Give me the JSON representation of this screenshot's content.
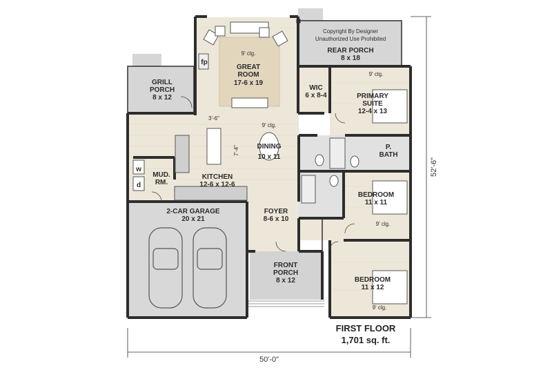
{
  "colors": {
    "wall": "#2d2d2d",
    "wood_floor": "#ede7d9",
    "tile_floor": "#dcdcdc",
    "porch": "#d3d3d3",
    "rug": "#e6dcc6",
    "fixture": "#ffffff"
  },
  "rooms": {
    "great_room": {
      "name": "GREAT\nROOM",
      "size": "17-6 x 19",
      "ceiling": "9' clg."
    },
    "rear_porch": {
      "name": "REAR PORCH",
      "size": "8 x 18"
    },
    "grill_porch": {
      "name": "GRILL\nPORCH",
      "size": "8 x 12"
    },
    "wic": {
      "name": "WIC",
      "size": "6 x 8-4"
    },
    "primary_suite": {
      "name": "PRIMARY\nSUITE",
      "size": "12-4 x 13",
      "ceiling": "9' clg."
    },
    "dining": {
      "name": "DINING",
      "size": "10 x 11"
    },
    "kitchen": {
      "name": "KITCHEN",
      "size": "12-6 x 12-6"
    },
    "mud_room": {
      "name": "MUD.\nRM."
    },
    "p_bath": {
      "name": "P.\nBATH"
    },
    "bedroom_1": {
      "name": "BEDROOM",
      "size": "11 x 11",
      "ceiling": "9' clg."
    },
    "garage": {
      "name": "2-CAR GARAGE",
      "size": "20 x 21"
    },
    "foyer": {
      "name": "FOYER",
      "size": "8-6 x 10"
    },
    "front_porch": {
      "name": "FRONT\nPORCH",
      "size": "8 x 12"
    },
    "bedroom_2": {
      "name": "BEDROOM",
      "size": "11 x 12",
      "ceiling": "9' clg."
    }
  },
  "labels": {
    "fireplace": "fp",
    "washer": "w",
    "dryer": "d",
    "island_dim": "3'-6\"",
    "dining_dim": "7'-4\"",
    "main_ceiling": "9' clg.",
    "copyright": "Copyright By Designer",
    "unauthorized": "Unauthorized Use Prohibited"
  },
  "footer": {
    "floor": "FIRST FLOOR",
    "area": "1,701 sq. ft."
  },
  "dimensions": {
    "width": "50'-0\"",
    "depth": "52'-6\""
  }
}
